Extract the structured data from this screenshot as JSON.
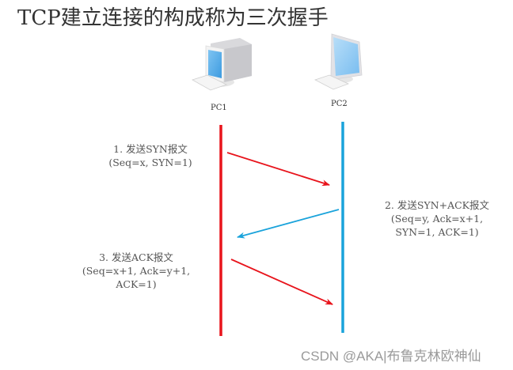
{
  "title": "TCP建立连接的构成称为三次握手",
  "hosts": [
    {
      "name": "PC1",
      "icon": "crt-computer-icon",
      "timeline_color": "#e8141c"
    },
    {
      "name": "PC2",
      "icon": "lcd-computer-icon",
      "timeline_color": "#1aa3db"
    }
  ],
  "steps": [
    {
      "line1": "1. 发送SYN报文",
      "line2": "(Seq=x, SYN=1)",
      "line3": "",
      "from": "PC1",
      "to": "PC2",
      "color": "#e8141c"
    },
    {
      "line1": "2. 发送SYN+ACK报文",
      "line2": "(Seq=y, Ack=x+1,",
      "line3": "SYN=1, ACK=1)",
      "from": "PC2",
      "to": "PC1",
      "color": "#1aa3db"
    },
    {
      "line1": "3. 发送ACK报文",
      "line2": "(Seq=x+1, Ack=y+1,",
      "line3": "ACK=1)",
      "from": "PC1",
      "to": "PC2",
      "color": "#e8141c"
    }
  ],
  "watermark": "CSDN @AKA|布鲁克林欧神仙"
}
